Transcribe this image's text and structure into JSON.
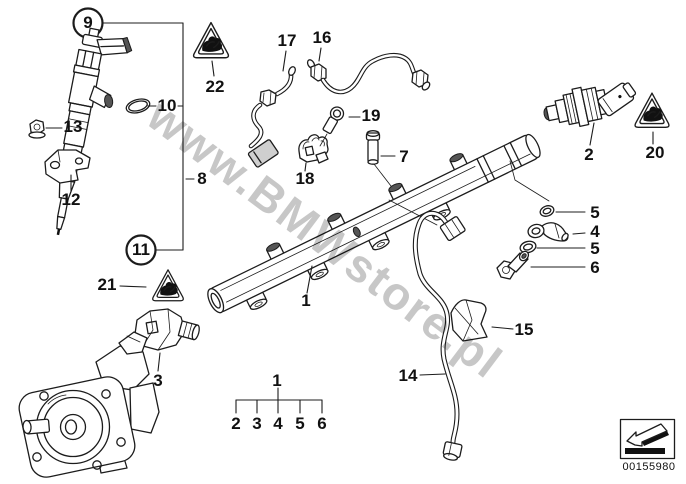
{
  "watermark": {
    "text": "www.BMWstore.pl"
  },
  "footer": {
    "doc_number": "00155980"
  },
  "callouts": {
    "n1": "1",
    "n2": "2",
    "n3": "3",
    "n4": "4",
    "n5": "5",
    "n6": "6",
    "n7": "7",
    "n8": "8",
    "n9": "9",
    "n10": "10",
    "n11": "11",
    "n12": "12",
    "n13": "13",
    "n14": "14",
    "n15": "15",
    "n16": "16",
    "n17": "17",
    "n18": "18",
    "n19": "19",
    "n20": "20",
    "n21": "21",
    "n22": "22"
  },
  "legend": {
    "parent": "1",
    "items": [
      "2",
      "3",
      "4",
      "5",
      "6"
    ]
  },
  "icons": {
    "warning_triangle": "caution-hand-symbol",
    "continuation_arrow": "page-turn-arrow"
  },
  "colors": {
    "line": "#1c1c1c",
    "watermark": "#8f8f8f",
    "background": "#ffffff"
  }
}
